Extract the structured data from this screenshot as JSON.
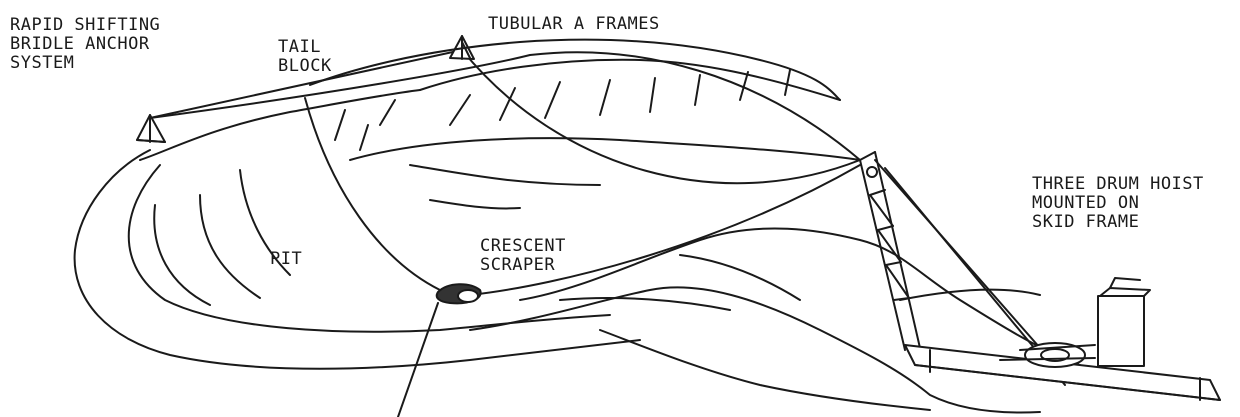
{
  "labels": {
    "rapid_shifting": [
      "RAPID SHIFTING",
      "BRIDLE ANCHOR",
      "SYSTEM"
    ],
    "tail_block": [
      "TAIL",
      "BLOCK"
    ],
    "tubular_a_frames": [
      "TUBULAR A FRAMES"
    ],
    "three_drum_hoist": [
      "THREE DRUM HOIST",
      "MOUNTED ON",
      "SKID FRAME"
    ],
    "pit": [
      "PIT"
    ],
    "crescent_scraper": [
      "CRESCENT",
      "SCRAPER"
    ]
  },
  "colors": {
    "ink": "#1a1a1a",
    "paper": "#ffffff"
  }
}
